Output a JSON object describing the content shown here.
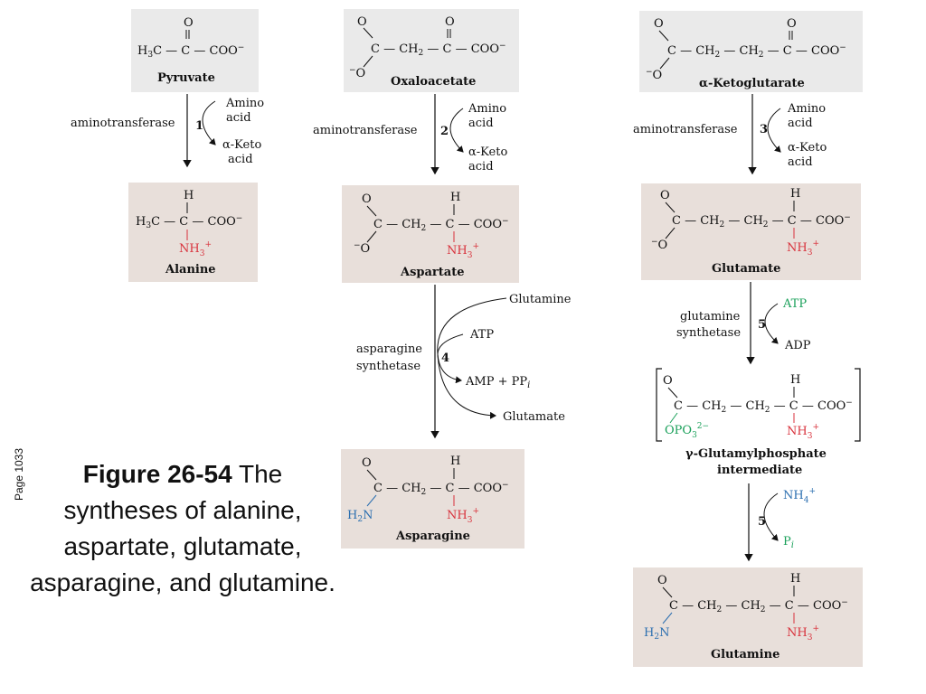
{
  "figure": {
    "label": "Figure 26-54",
    "text": "The syntheses of alanine, aspartate, glutamate, asparagine, and glutamine.",
    "page": "Page 1033"
  },
  "colors": {
    "substrate_bg": "#eaeaea",
    "product_bg": "#e8dfda",
    "amine": "#d8323c",
    "amide": "#2c6fb0",
    "phosphate": "#1aa05a"
  },
  "compounds": {
    "pyruvate": "Pyruvate",
    "oxaloacetate": "Oxaloacetate",
    "alpha_ketoglutarate": "α-Ketoglutarate",
    "alanine": "Alanine",
    "aspartate": "Aspartate",
    "glutamate": "Glutamate",
    "asparagine": "Asparagine",
    "glutamylphosphate_1": "γ-Glutamylphosphate",
    "glutamylphosphate_2": "intermediate",
    "glutamine": "Glutamine"
  },
  "enzymes": {
    "aminotransferase": "aminotransferase",
    "asparagine_synthetase_1": "asparagine",
    "asparagine_synthetase_2": "synthetase",
    "glutamine_synthetase_1": "glutamine",
    "glutamine_synthetase_2": "synthetase"
  },
  "steps": [
    "1",
    "2",
    "3",
    "4",
    "5",
    "5"
  ],
  "cosubstrates": {
    "amino_1": "Amino",
    "amino_2": "acid",
    "keto_1": "α-Keto",
    "keto_2": "acid",
    "glutamine": "Glutamine",
    "atp": "ATP",
    "amp_ppi": "AMP + PP",
    "glutamate": "Glutamate",
    "adp": "ADP",
    "nh4": "NH",
    "pi": "P"
  }
}
